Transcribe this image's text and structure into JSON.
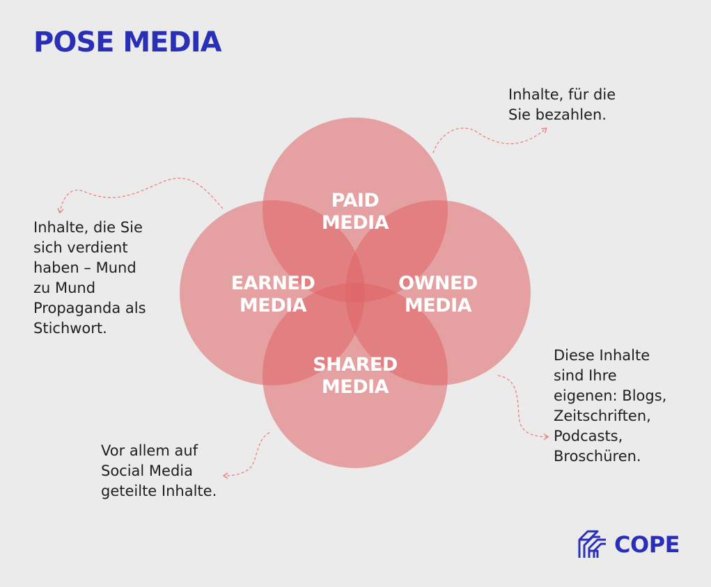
{
  "title": "POSE MEDIA",
  "circles": {
    "paid": {
      "line1": "PAID",
      "line2": "MEDIA"
    },
    "earned": {
      "line1": "EARNED",
      "line2": "MEDIA"
    },
    "owned": {
      "line1": "OWNED",
      "line2": "MEDIA"
    },
    "shared": {
      "line1": "SHARED",
      "line2": "MEDIA"
    }
  },
  "annotations": {
    "paid": [
      "Inhalte, für die",
      "Sie bezahlen."
    ],
    "earned": [
      "Inhalte, die Sie",
      "sich verdient",
      "haben – Mund",
      "zu Mund",
      "Propaganda als",
      "Stichwort."
    ],
    "owned": [
      "Diese Inhalte",
      "sind Ihre",
      "eigenen: Blogs,",
      "Zeitschriften,",
      "Podcasts,",
      "Broschüren."
    ],
    "shared": [
      "Vor allem auf",
      "Social Media",
      "geteilte Inhalte."
    ]
  },
  "logo": {
    "text": "COPE"
  },
  "colors": {
    "title": "#2a2fb8",
    "circle_fill": "#e06466",
    "arrow": "#e8837f",
    "background": "#ebebeb"
  }
}
